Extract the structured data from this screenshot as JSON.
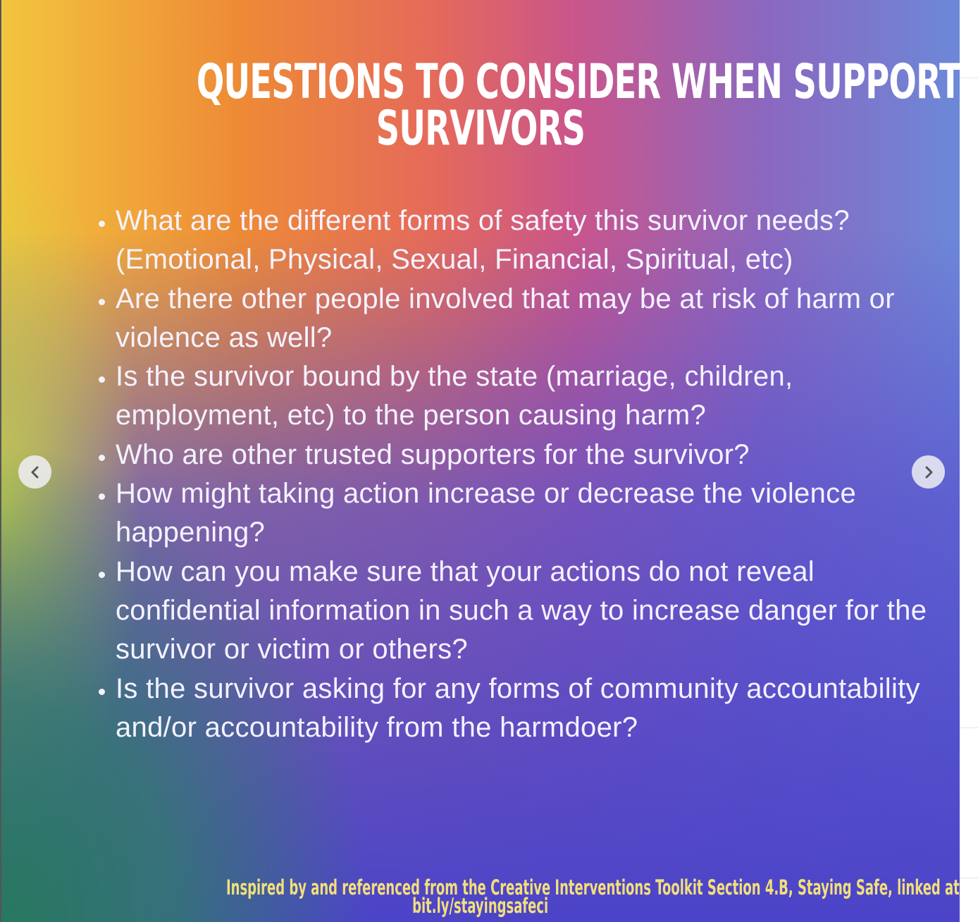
{
  "post": {
    "title_lines": [
      "QUESTIONS TO CONSIDER WHEN SUPPORTING",
      "SURVIVORS"
    ],
    "bullets": [
      "What are the different forms of safety this survivor needs? (Emotional, Physical, Sexual, Financial, Spiritual, etc)",
      "Are there other people involved that may be at risk of harm or violence as well?",
      "Is the survivor bound by the state (marriage, children, employment, etc)  to the person causing harm?",
      "Who are other trusted supporters for the survivor?",
      "How might taking action increase or decrease the violence happening?",
      "How can you make sure that your actions do not reveal confidential information in such a way to increase danger for the survivor or victim or others?",
      "Is the survivor asking for any forms of community accountability and/or accountability from the harmdoer?"
    ],
    "footer_lines": [
      "Inspired by and referenced from the Creative Interventions Toolkit Section 4.B, Staying Safe, linked at",
      "bit.ly/stayingsafeci"
    ]
  },
  "carousel": {
    "prev_icon": "chevron-left-icon",
    "next_icon": "chevron-right-icon"
  }
}
